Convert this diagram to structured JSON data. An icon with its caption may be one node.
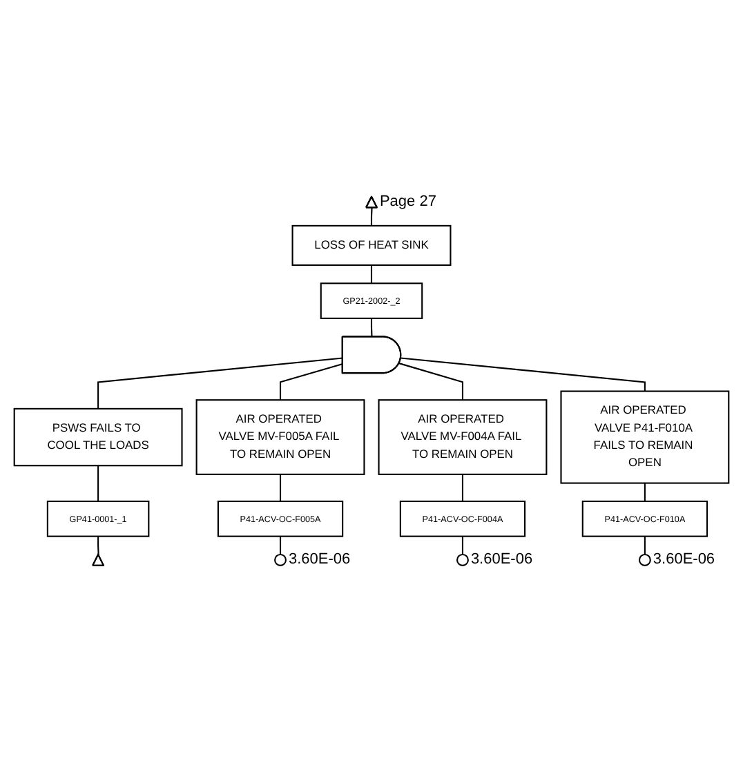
{
  "diagram": {
    "nodes": [
      {
        "text": [
          "LOSS OF HEAT SINK"
        ]
      },
      {
        "text": [
          "GP21-2002-_2"
        ]
      },
      {
        "text": [],
        "shape": "triangle",
        "beside": [
          "Page 27"
        ]
      },
      {
        "text": [],
        "shape": "gate"
      },
      {
        "text": [
          "PSWS FAILS TO COOL THE LOADS"
        ]
      },
      {
        "text": [
          "GP41-0001-_1"
        ]
      },
      {
        "text": [],
        "shape": "triangle"
      },
      {
        "text": [
          "AIR OPERATED VALVE MV-F005A FAIL TO REMAIN OPEN"
        ]
      },
      {
        "text": [
          "P41-ACV-OC-F005A"
        ]
      },
      {
        "text": [],
        "shape": "circle",
        "beside": [
          "3.60E-06"
        ]
      },
      {
        "text": [
          "AIR OPERATED VALVE MV-F004A FAIL TO REMAIN OPEN"
        ]
      },
      {
        "text": [
          "P41-ACV-OC-F004A"
        ]
      },
      {
        "text": [],
        "shape": "circle",
        "beside": [
          "3.60E-06"
        ]
      },
      {
        "text": [
          "AIR OPERATED VALVE P41-F010A FAILS TO REMAIN OPEN"
        ]
      },
      {
        "text": [
          "P41-ACV-OC-F010A"
        ]
      },
      {
        "text": [],
        "shape": "circle",
        "beside": [
          "3.60E-06"
        ]
      }
    ],
    "edges": [
      {
        "from": 0,
        "to": 1,
        "arrow": "none"
      },
      {
        "from": 2,
        "to": 0,
        "arrow": "none"
      },
      {
        "from": 1,
        "to": 3,
        "arrow": "none"
      },
      {
        "from": 3,
        "to": 4,
        "arrow": "none"
      },
      {
        "from": 3,
        "to": 7,
        "arrow": "none"
      },
      {
        "from": 3,
        "to": 10,
        "arrow": "none"
      },
      {
        "from": 3,
        "to": 13,
        "arrow": "none"
      },
      {
        "from": 4,
        "to": 5,
        "arrow": "none"
      },
      {
        "from": 5,
        "to": 6,
        "arrow": "none"
      },
      {
        "from": 7,
        "to": 8,
        "arrow": "none"
      },
      {
        "from": 8,
        "to": 9,
        "arrow": "none"
      },
      {
        "from": 10,
        "to": 11,
        "arrow": "none"
      },
      {
        "from": 11,
        "to": 12,
        "arrow": "none"
      },
      {
        "from": 13,
        "to": 14,
        "arrow": "none"
      },
      {
        "from": 14,
        "to": 15,
        "arrow": "none"
      }
    ]
  }
}
